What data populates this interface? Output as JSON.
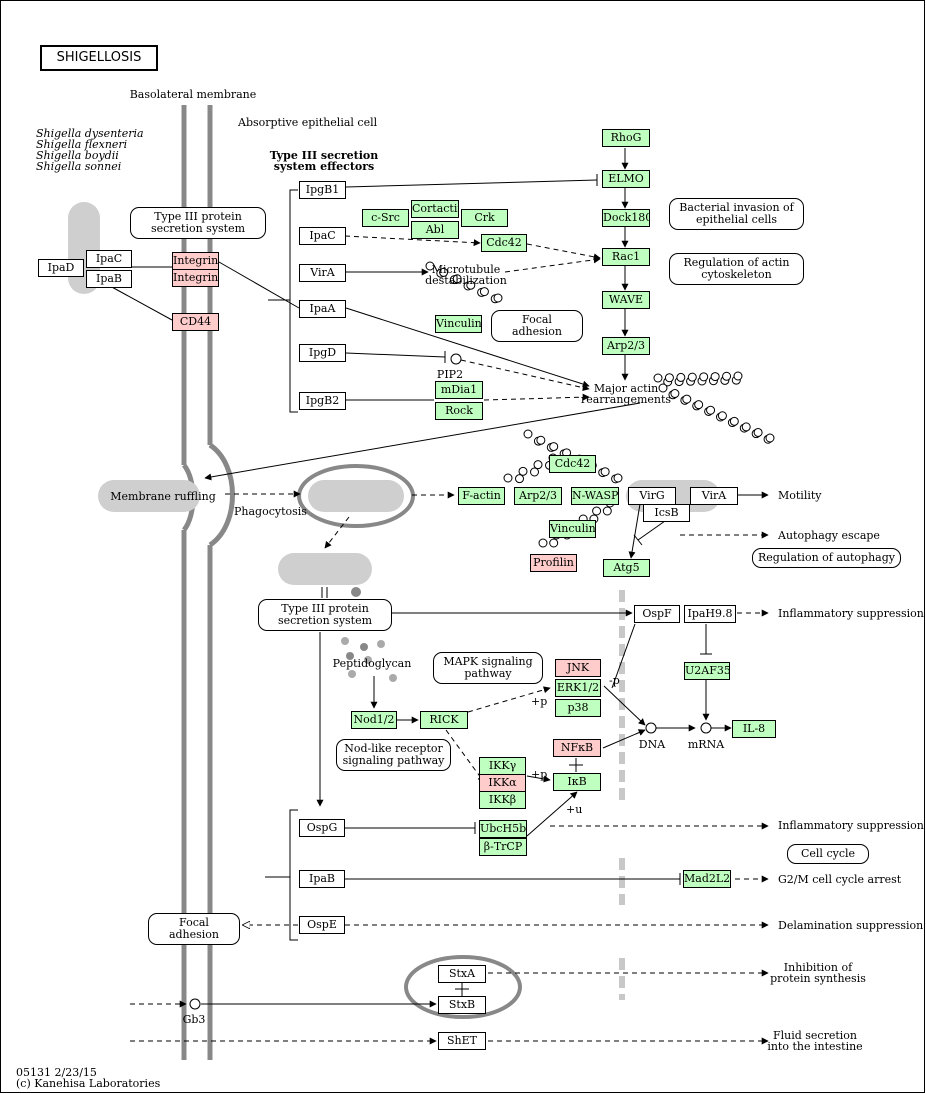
{
  "title": "SHIGELLOSIS",
  "footer": {
    "id": "05131 2/23/15",
    "copyright": "(c) Kanehisa Laboratories"
  },
  "colors": {
    "up": "#bfffbf",
    "down": "#ffcccc",
    "membrane": "#888888"
  },
  "labels": {
    "basolateral": "Basolateral membrane",
    "absorptive": "Absorptive epithelial cell",
    "species1": "Shigella dysenteria",
    "species2": "Shigella flexneri",
    "species3": "Shigella boydii",
    "species4": "Shigella sonnei",
    "t3_effectors_1": "Type III secretion",
    "t3_effectors_2": "system effectors",
    "microtubule_1": "Microtubule",
    "microtubule_2": "destabilization",
    "pip2": "PIP2",
    "membrane_ruffling": "Membrane ruffling",
    "phagocytosis": "Phagocytosis",
    "major_actin_1": "Major actin",
    "major_actin_2": "rearrangements",
    "motility": "Motility",
    "autophagy_escape": "Autophagy escape",
    "peptidoglycan": "Peptidoglycan",
    "dna": "DNA",
    "mrna": "mRNA",
    "plus_p_1": "+p",
    "plus_p_2": "+p",
    "minus_p": "-p",
    "plus_u": "+u",
    "inflam_supp_1": "Inflammatory suppression",
    "inflam_supp_2": "Inflammatory suppression",
    "cell_cycle_arrest": "G2/M cell cycle arrest",
    "delamination": "Delamination suppression",
    "inhibition_1": "Inhibition of",
    "inhibition_2": "protein synthesis",
    "fluid_1": "Fluid secretion",
    "fluid_2": "into the intestine",
    "gb3": "Gb3"
  },
  "maps": {
    "t3ss_top": "Type III protein secretion system",
    "t3ss_mid": "Type III protein secretion system",
    "bacterial_invasion": "Bacterial invasion of epithelial cells",
    "regulation_actin": "Regulation of actin cytoskeleton",
    "focal_adhesion_top": "Focal adhesion",
    "focal_adhesion_left": "Focal adhesion",
    "regulation_autophagy": "Regulation of autophagy",
    "mapk": "MAPK signaling pathway",
    "nod_like": "Nod-like receptor signaling pathway",
    "cell_cycle": "Cell cycle"
  },
  "nodes": {
    "ipad": "IpaD",
    "ipac_l": "IpaC",
    "ipab_l": "IpaB",
    "integrin_a": "Integrinα",
    "integrin_b": "Integrinβ",
    "cd44": "CD44",
    "ipgb1": "IpgB1",
    "ipac": "IpaC",
    "vira": "VirA",
    "ipaa": "IpaA",
    "ipgd": "IpgD",
    "ipgb2": "IpgB2",
    "csrc": "c-Src",
    "cortactin": "Cortactin",
    "abl": "Abl",
    "crk": "Crk",
    "cdc42_top": "Cdc42",
    "vinculin_top": "Vinculin",
    "mdia1": "mDia1",
    "rock": "Rock",
    "rhog": "RhoG",
    "elmo": "ELMO",
    "dock180": "Dock180",
    "rac1": "Rac1",
    "wave": "WAVE",
    "arp23_top": "Arp2/3",
    "cdc42_mid": "Cdc42",
    "factin": "F-actin",
    "arp23_mid": "Arp2/3",
    "nwasp": "N-WASP",
    "virg": "VirG",
    "vira_mid": "VirA",
    "icsb": "IcsB",
    "vinculin_mid": "Vinculin",
    "profilin": "Profilin",
    "atg5": "Atg5",
    "ospf": "OspF",
    "ipah98": "IpaH9.8",
    "u2af35": "U2AF35",
    "il8": "IL-8",
    "jnk": "JNK",
    "erk12": "ERK1/2",
    "p38": "p38",
    "nod12": "Nod1/2",
    "rick": "RICK",
    "ikkg": "IKKγ",
    "ikka": "IKKα",
    "ikkb": "IKKβ",
    "nfkb": "NFκB",
    "ikb": "IκB",
    "ospg": "OspG",
    "ubch5b": "UbcH5b",
    "btrcp": "β-TrCP",
    "ipab_low": "IpaB",
    "mad2l2": "Mad2L2",
    "ospe": "OspE",
    "stxa": "StxA",
    "stxb": "StxB",
    "shet": "ShET"
  }
}
